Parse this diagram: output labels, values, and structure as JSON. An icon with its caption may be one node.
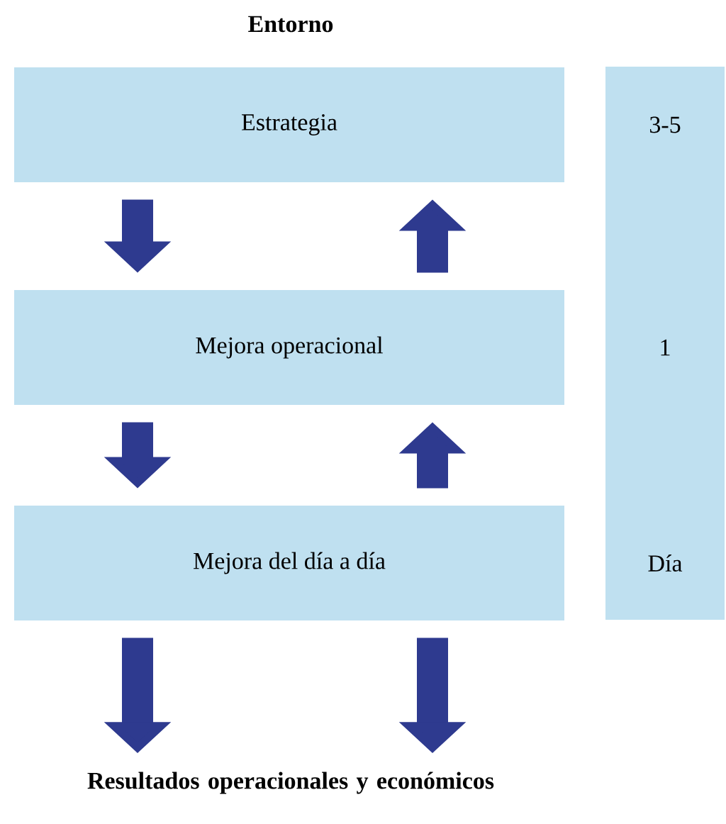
{
  "diagram": {
    "title": "Entorno",
    "nodes": [
      {
        "text": [
          "Estrategia"
        ]
      },
      {
        "text": [
          "Mejora operacional"
        ]
      },
      {
        "text": [
          "Mejora del día a día"
        ]
      },
      {
        "text": [
          "3-5",
          "1",
          "Día"
        ]
      },
      {
        "text": [
          "Resultados operacionales y económicos"
        ]
      }
    ],
    "edges": [
      {
        "from": 0,
        "to": 1,
        "arrow": "to"
      },
      {
        "from": 1,
        "to": 0,
        "arrow": "to"
      },
      {
        "from": 1,
        "to": 2,
        "arrow": "to"
      },
      {
        "from": 2,
        "to": 1,
        "arrow": "to"
      },
      {
        "from": 2,
        "to": 4,
        "arrow": "to"
      },
      {
        "from": 2,
        "to": 4,
        "arrow": "to"
      }
    ]
  }
}
